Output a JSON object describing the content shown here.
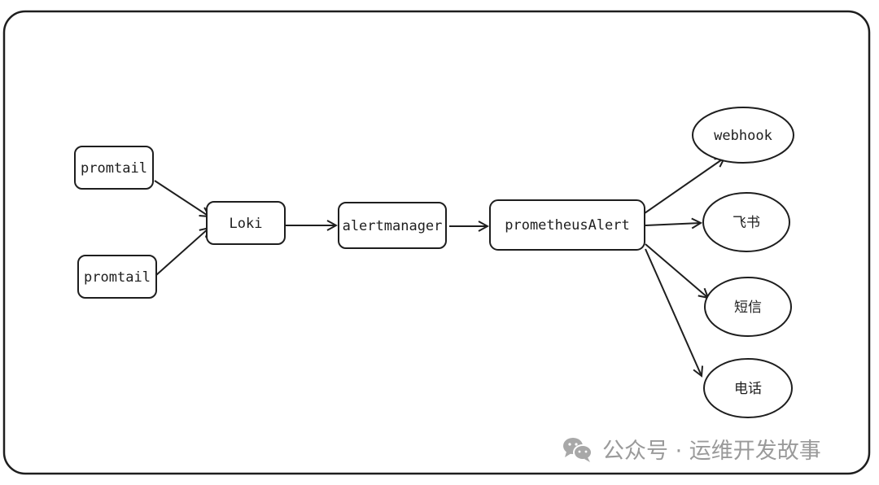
{
  "nodes": {
    "promtail_1": "promtail",
    "promtail_2": "promtail",
    "loki": "Loki",
    "alertmanager": "alertmanager",
    "prometheus_alert": "prometheusAlert",
    "webhook": "webhook",
    "feishu": "飞书",
    "sms": "短信",
    "phone": "电话"
  },
  "watermark": {
    "icon": "wechat-icon",
    "text": "公众号 · 运维开发故事"
  }
}
